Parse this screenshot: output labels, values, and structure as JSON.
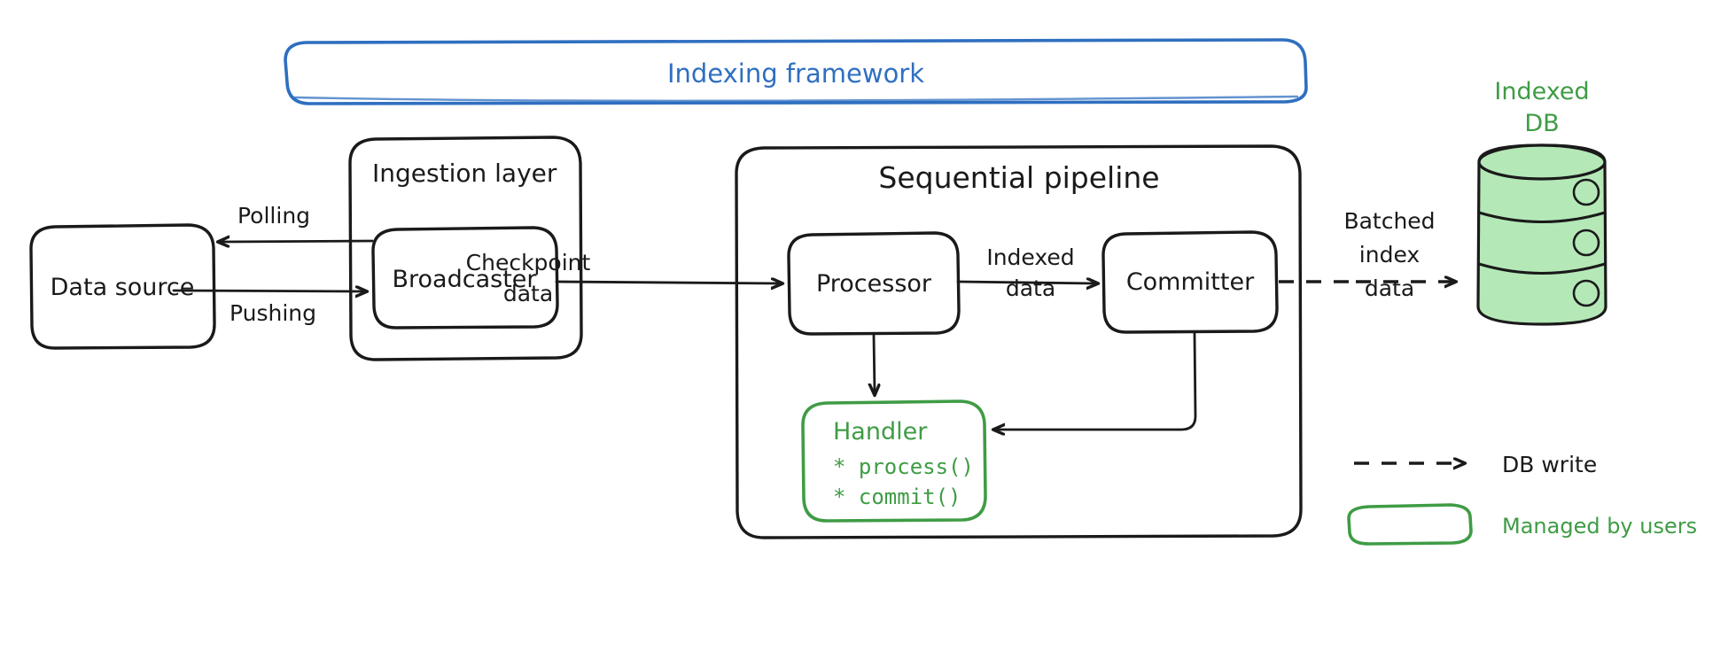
{
  "diagram": {
    "title_framework": "Indexing framework",
    "groups": {
      "ingestion": "Ingestion layer",
      "pipeline": "Sequential pipeline"
    },
    "nodes": {
      "data_source": "Data source",
      "broadcaster": "Broadcaster",
      "processor": "Processor",
      "committer": "Committer",
      "handler_title": "Handler",
      "handler_method_1": "* process()",
      "handler_method_2": "* commit()",
      "indexed_db_line1": "Indexed",
      "indexed_db_line2": "DB"
    },
    "edges": {
      "polling": "Polling",
      "pushing": "Pushing",
      "checkpoint_line1": "Checkpoint",
      "checkpoint_line2": "data",
      "indexed_line1": "Indexed",
      "indexed_line2": "data",
      "batched_line1": "Batched",
      "batched_line2": "index",
      "batched_line3": "data"
    },
    "legend": {
      "db_write": "DB write",
      "managed_by_users": "Managed by users"
    },
    "colors": {
      "framework_blue": "#2f6fc0",
      "user_green": "#3f9c45",
      "db_fill": "#b5e8b7",
      "stroke_dark": "#1a1a1a",
      "background": "#ffffff"
    }
  }
}
